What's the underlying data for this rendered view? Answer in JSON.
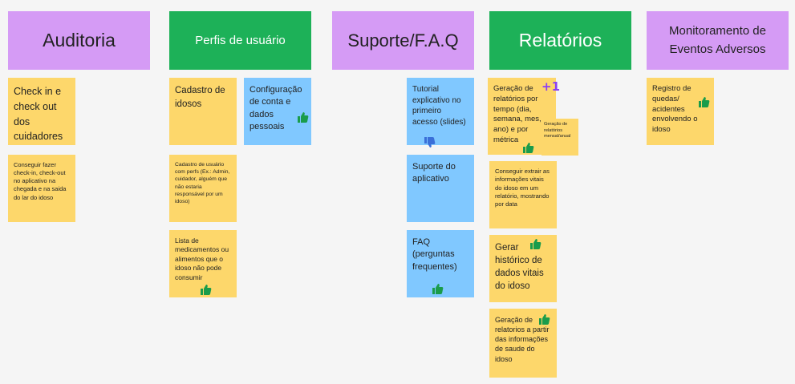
{
  "headers": {
    "auditoria": "Auditoria",
    "perfis": "Perfis de usuário",
    "suporte": "Suporte/F.A.Q",
    "relatorios": "Relatórios",
    "monitoramento": "Monitoramento de Eventos Adversos"
  },
  "notes": {
    "checkin": "Check in e check out dos cuidadores",
    "checkin_detail": "Conseguir fazer check-in, check-out no aplicativo na chegada e na saida do lar do idoso",
    "cadastro_idosos": "Cadastro de idosos",
    "config_conta": "Configuração de conta e dados pessoais",
    "cadastro_usuario": "Cadastro de usuário com perfs (Ex.: Admin, cuidador, alguém que não estaria responsável por um idoso)",
    "lista_medicamentos": "Lista de medicamentos ou alimentos que o idoso não pode consumir",
    "tutorial": "Tutorial explicativo no primeiro acesso (slides)",
    "suporte_app": "Suporte do aplicativo",
    "faq": "FAQ (perguntas frequentes)",
    "geracao_relatorios": "Geração de relatórios por tempo (dia, semana, mes, ano) e por métrica",
    "geracao_mensal": "Geração de relatórios mensal/anual",
    "extrair_info": "Conseguir extrair as informações vitais do idoso em um relatório, mostrando por data",
    "historico": "Gerar histórico de dados vitais do idoso",
    "geracao_saude": "Geração de relatorios a partir das informações de saude do idoso",
    "registro_quedas": "Registro de quedas/ acidentes envolvendo o idoso"
  },
  "badges": {
    "plus_one": "+1"
  },
  "colors": {
    "purple": "#d59bf5",
    "green": "#1db158",
    "yellow": "#fdd76b",
    "blue": "#80c8ff",
    "thumbs": "#1a9c4b",
    "plus": "#8a3ff5"
  }
}
